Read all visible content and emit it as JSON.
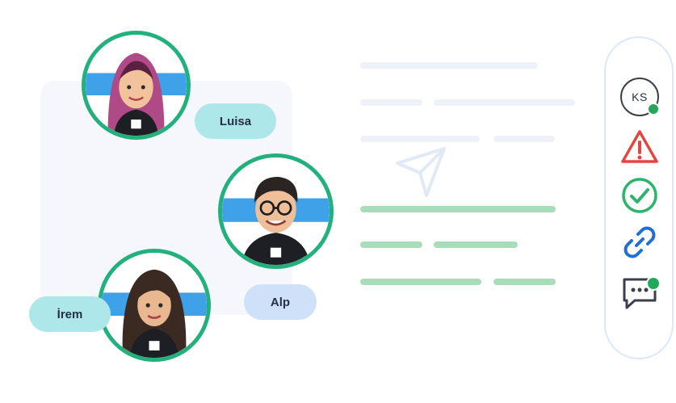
{
  "team": {
    "members": [
      {
        "name": "Luisa"
      },
      {
        "name": "Alp"
      },
      {
        "name": "İrem"
      }
    ]
  },
  "icon_bar": {
    "user_badge": {
      "initials": "KS",
      "status": "online"
    },
    "icons": [
      "user-initials-icon",
      "warning-icon",
      "check-circle-icon",
      "link-icon",
      "chat-bubble-icon"
    ]
  },
  "colors": {
    "accent_green": "#22b07d",
    "pill_teal": "#aee7ea",
    "pill_blue": "#cfe1f8",
    "warning_red": "#e2473f",
    "check_green": "#2bb46a",
    "link_blue": "#1f6fd6",
    "placeholder_green": "#a9ddba"
  }
}
